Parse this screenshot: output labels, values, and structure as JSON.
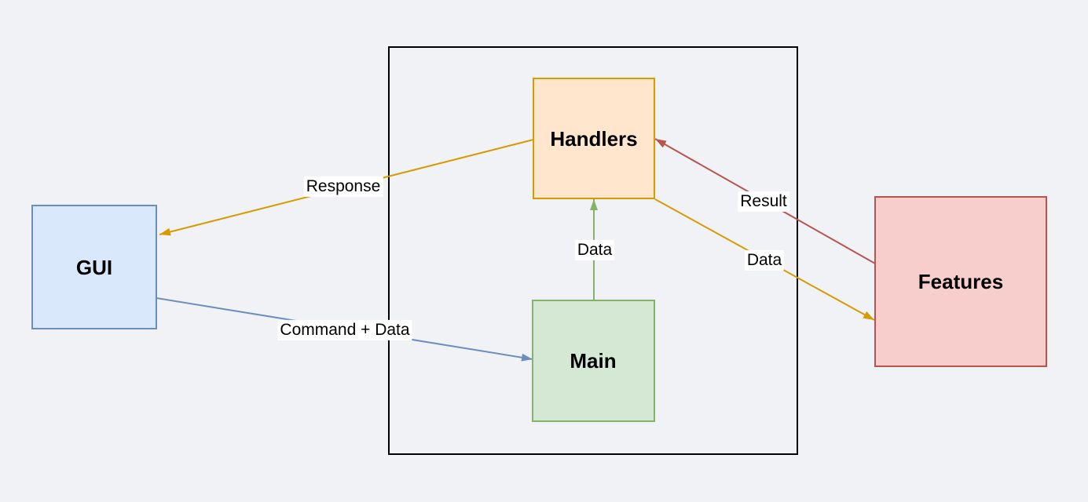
{
  "diagram": {
    "background_color": "#F0F2F5",
    "label_background": "#FFFFFF",
    "text_color": "#000000",
    "container": {
      "stroke": "#000000"
    },
    "nodes": {
      "gui": {
        "label": "GUI",
        "fill": "#DAE8FC",
        "stroke": "#6C8EBF"
      },
      "handlers": {
        "label": "Handlers",
        "fill": "#FFE6CC",
        "stroke": "#D79B00"
      },
      "main": {
        "label": "Main",
        "fill": "#D5E8D4",
        "stroke": "#82B366"
      },
      "features": {
        "label": "Features",
        "fill": "#F8CECC",
        "stroke": "#B85450"
      }
    },
    "edges": {
      "response": {
        "label": "Response",
        "color": "#D79B00",
        "from": "Handlers",
        "to": "GUI"
      },
      "command_plus_data": {
        "label": "Command + Data",
        "color": "#6C8EBF",
        "from": "GUI",
        "to": "Main"
      },
      "data_main_to_handlers": {
        "label": "Data",
        "color": "#82B366",
        "from": "Main",
        "to": "Handlers"
      },
      "result": {
        "label": "Result",
        "color": "#B85450",
        "from": "Features",
        "to": "Handlers"
      },
      "data_handlers_to_features": {
        "label": "Data",
        "color": "#D79B00",
        "from": "Handlers",
        "to": "Features"
      }
    }
  }
}
